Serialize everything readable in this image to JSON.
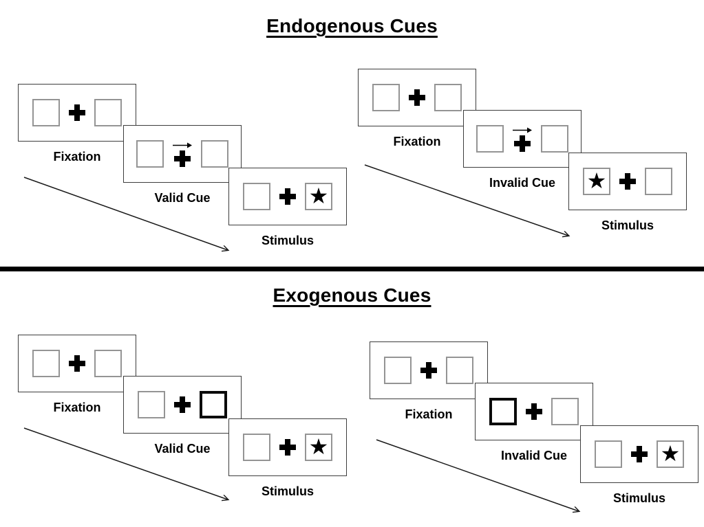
{
  "colors": {
    "background": "#ffffff",
    "ink": "#000000",
    "panel_border": "#3c3c3c",
    "box_border": "#949494",
    "highlight_border": "#0a0a0a"
  },
  "glyphs": {
    "star": "★"
  },
  "divider": {
    "type": "horizontal-rule",
    "color": "#000000"
  },
  "sections": [
    {
      "title": "Endogenous Cues",
      "groups": [
        {
          "condition": "valid",
          "panels": [
            {
              "label": "Fixation",
              "left_box": "empty",
              "right_box": "empty",
              "cue": "none"
            },
            {
              "label": "Valid Cue",
              "left_box": "empty",
              "right_box": "empty",
              "cue": "central-arrow-right"
            },
            {
              "label": "Stimulus",
              "left_box": "empty",
              "right_box": "star",
              "cue": "none"
            }
          ]
        },
        {
          "condition": "invalid",
          "panels": [
            {
              "label": "Fixation",
              "left_box": "empty",
              "right_box": "empty",
              "cue": "none"
            },
            {
              "label": "Invalid Cue",
              "left_box": "empty",
              "right_box": "empty",
              "cue": "central-arrow-right"
            },
            {
              "label": "Stimulus",
              "left_box": "star",
              "right_box": "empty",
              "cue": "none"
            }
          ]
        }
      ]
    },
    {
      "title": "Exogenous Cues",
      "groups": [
        {
          "condition": "valid",
          "panels": [
            {
              "label": "Fixation",
              "left_box": "empty",
              "right_box": "empty",
              "cue": "none"
            },
            {
              "label": "Valid Cue",
              "left_box": "empty",
              "right_box": "highlighted",
              "cue": "peripheral-box-right"
            },
            {
              "label": "Stimulus",
              "left_box": "empty",
              "right_box": "star",
              "cue": "none"
            }
          ]
        },
        {
          "condition": "invalid",
          "panels": [
            {
              "label": "Fixation",
              "left_box": "empty",
              "right_box": "empty",
              "cue": "none"
            },
            {
              "label": "Invalid Cue",
              "left_box": "highlighted",
              "right_box": "empty",
              "cue": "peripheral-box-left"
            },
            {
              "label": "Stimulus",
              "left_box": "empty",
              "right_box": "star",
              "cue": "none"
            }
          ]
        }
      ]
    }
  ]
}
